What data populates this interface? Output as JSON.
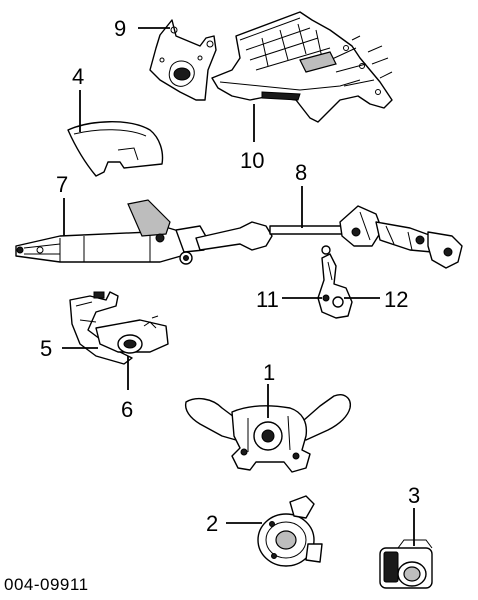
{
  "callouts": [
    "1",
    "2",
    "3",
    "4",
    "5",
    "6",
    "7",
    "8",
    "9",
    "10",
    "11",
    "12"
  ],
  "diagram_id": "004-09911"
}
